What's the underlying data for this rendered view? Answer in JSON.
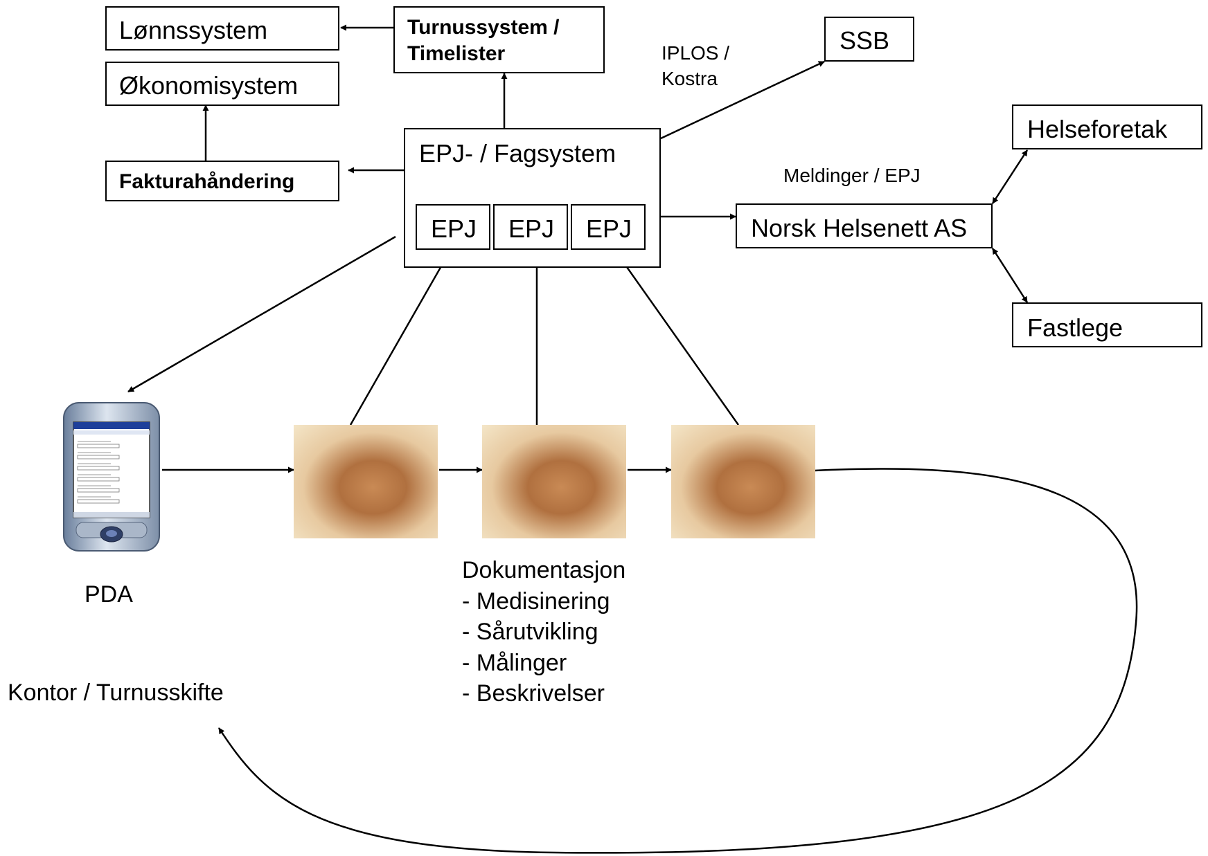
{
  "boxes": {
    "lonnssystem": "Lønnssystem",
    "turnus": "Turnussystem / Timelister",
    "okonomi": "Økonomisystem",
    "faktura": "Fakturahåndering",
    "epj_fagsystem": "EPJ- / Fagsystem",
    "epj1": "EPJ",
    "epj2": "EPJ",
    "epj3": "EPJ",
    "ssb": "SSB",
    "helseforetak": "Helseforetak",
    "norsk_helsenett": "Norsk Helsenett AS",
    "fastlege": "Fastlege"
  },
  "labels": {
    "iplos_kostra": "IPLOS / Kostra",
    "meldinger": "Meldinger / EPJ",
    "pda": "PDA",
    "kontor": "Kontor / Turnusskifte"
  },
  "documentation": {
    "heading": "Dokumentasjon",
    "items": [
      "- Medisinering",
      "- Sårutvikling",
      "- Målinger",
      "- Beskrivelser"
    ]
  },
  "images": {
    "device": "pda-device",
    "photo": "hands-photo"
  }
}
